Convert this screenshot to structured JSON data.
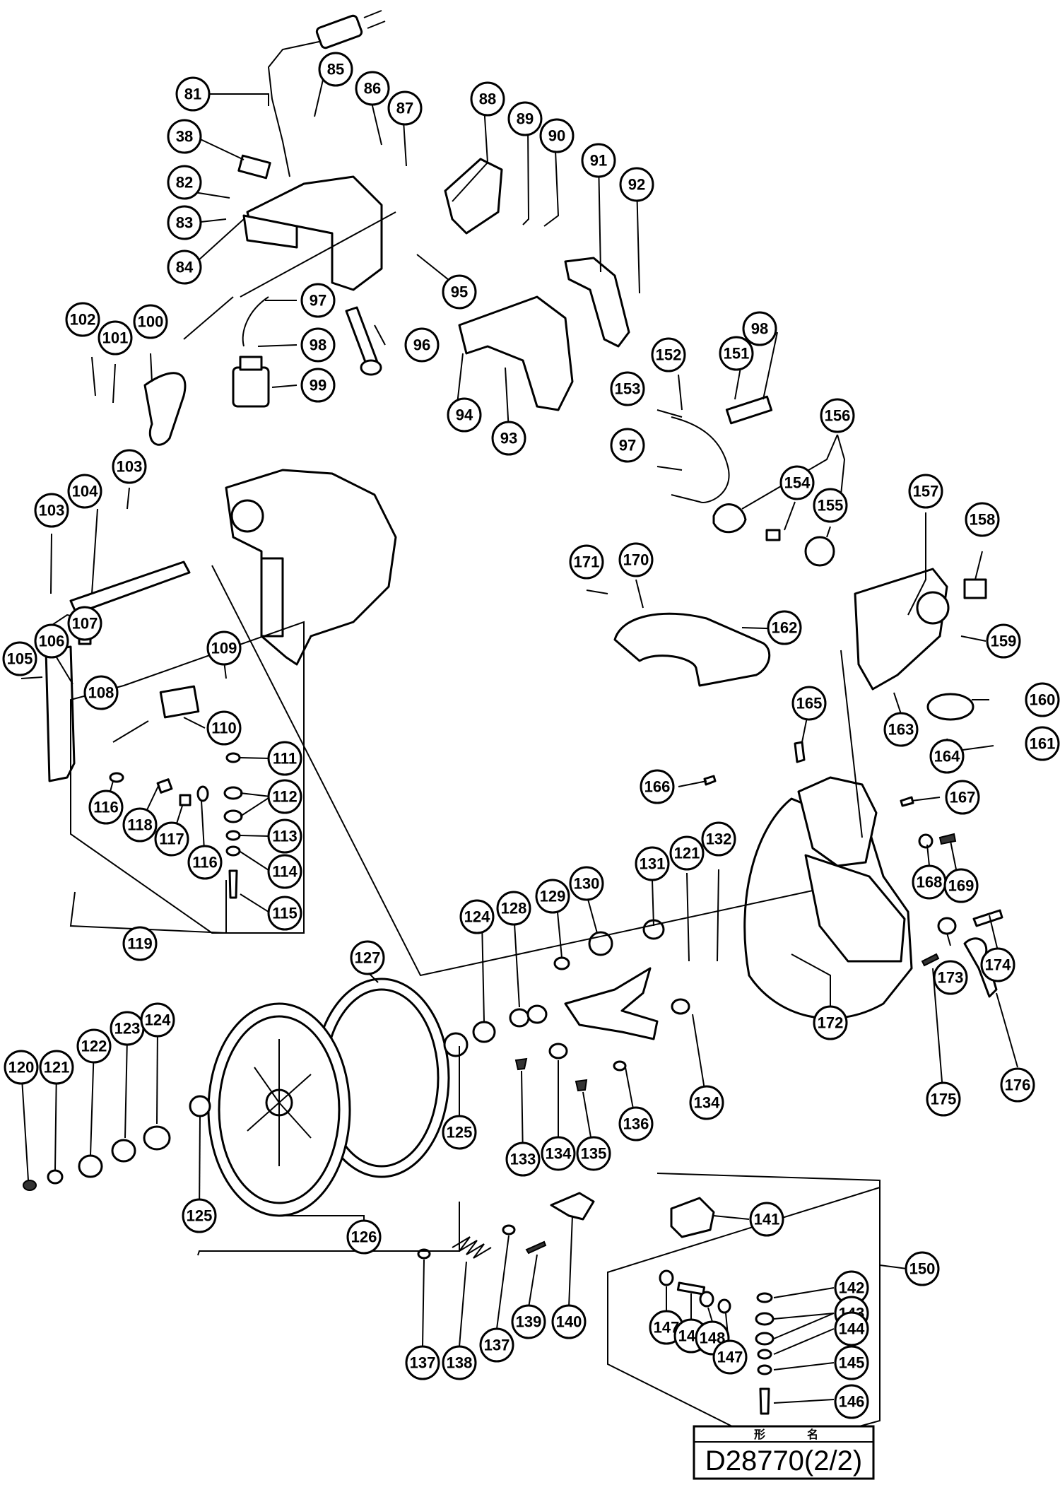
{
  "drawing": {
    "title_caption_left": "形",
    "title_caption_right": "名",
    "code": "D28770(2/2)"
  },
  "callouts": [
    {
      "id": "c81",
      "label": "81"
    },
    {
      "id": "c85",
      "label": "85"
    },
    {
      "id": "c86",
      "label": "86"
    },
    {
      "id": "c87",
      "label": "87"
    },
    {
      "id": "c88",
      "label": "88"
    },
    {
      "id": "c89",
      "label": "89"
    },
    {
      "id": "c90",
      "label": "90"
    },
    {
      "id": "c91",
      "label": "91"
    },
    {
      "id": "c92",
      "label": "92"
    },
    {
      "id": "c38",
      "label": "38"
    },
    {
      "id": "c82",
      "label": "82"
    },
    {
      "id": "c83",
      "label": "83"
    },
    {
      "id": "c84",
      "label": "84"
    },
    {
      "id": "c95",
      "label": "95"
    },
    {
      "id": "c97a",
      "label": "97"
    },
    {
      "id": "c98a",
      "label": "98"
    },
    {
      "id": "c99",
      "label": "99"
    },
    {
      "id": "c96",
      "label": "96"
    },
    {
      "id": "c94",
      "label": "94"
    },
    {
      "id": "c93",
      "label": "93"
    },
    {
      "id": "c102",
      "label": "102"
    },
    {
      "id": "c101",
      "label": "101"
    },
    {
      "id": "c100",
      "label": "100"
    },
    {
      "id": "c152",
      "label": "152"
    },
    {
      "id": "c151",
      "label": "151"
    },
    {
      "id": "c98b",
      "label": "98"
    },
    {
      "id": "c153",
      "label": "153"
    },
    {
      "id": "c97b",
      "label": "97"
    },
    {
      "id": "c156",
      "label": "156"
    },
    {
      "id": "c154",
      "label": "154"
    },
    {
      "id": "c155",
      "label": "155"
    },
    {
      "id": "c103a",
      "label": "103"
    },
    {
      "id": "c103b",
      "label": "103"
    },
    {
      "id": "c104",
      "label": "104"
    },
    {
      "id": "c157",
      "label": "157"
    },
    {
      "id": "c158",
      "label": "158"
    },
    {
      "id": "c171",
      "label": "171"
    },
    {
      "id": "c170",
      "label": "170"
    },
    {
      "id": "c159",
      "label": "159"
    },
    {
      "id": "c107",
      "label": "107"
    },
    {
      "id": "c109",
      "label": "109"
    },
    {
      "id": "c162",
      "label": "162"
    },
    {
      "id": "c105",
      "label": "105"
    },
    {
      "id": "c106",
      "label": "106"
    },
    {
      "id": "c108",
      "label": "108"
    },
    {
      "id": "c110",
      "label": "110"
    },
    {
      "id": "c160",
      "label": "160"
    },
    {
      "id": "c161",
      "label": "161"
    },
    {
      "id": "c163",
      "label": "163"
    },
    {
      "id": "c165",
      "label": "165"
    },
    {
      "id": "c164",
      "label": "164"
    },
    {
      "id": "c111",
      "label": "111"
    },
    {
      "id": "c112",
      "label": "112"
    },
    {
      "id": "c116a",
      "label": "116"
    },
    {
      "id": "c118",
      "label": "118"
    },
    {
      "id": "c117",
      "label": "117"
    },
    {
      "id": "c113",
      "label": "113"
    },
    {
      "id": "c116b",
      "label": "116"
    },
    {
      "id": "c114",
      "label": "114"
    },
    {
      "id": "c115",
      "label": "115"
    },
    {
      "id": "c166",
      "label": "166"
    },
    {
      "id": "c167",
      "label": "167"
    },
    {
      "id": "c131",
      "label": "131"
    },
    {
      "id": "c121a",
      "label": "121"
    },
    {
      "id": "c132",
      "label": "132"
    },
    {
      "id": "c168",
      "label": "168"
    },
    {
      "id": "c169",
      "label": "169"
    },
    {
      "id": "c119",
      "label": "119"
    },
    {
      "id": "c129",
      "label": "129"
    },
    {
      "id": "c130",
      "label": "130"
    },
    {
      "id": "c124a",
      "label": "124"
    },
    {
      "id": "c128",
      "label": "128"
    },
    {
      "id": "c127",
      "label": "127"
    },
    {
      "id": "c174",
      "label": "174"
    },
    {
      "id": "c173",
      "label": "173"
    },
    {
      "id": "c123",
      "label": "123"
    },
    {
      "id": "c124b",
      "label": "124"
    },
    {
      "id": "c122",
      "label": "122"
    },
    {
      "id": "c120",
      "label": "120"
    },
    {
      "id": "c121b",
      "label": "121"
    },
    {
      "id": "c172",
      "label": "172"
    },
    {
      "id": "c176",
      "label": "176"
    },
    {
      "id": "c134a",
      "label": "134"
    },
    {
      "id": "c175",
      "label": "175"
    },
    {
      "id": "c136",
      "label": "136"
    },
    {
      "id": "c125a",
      "label": "125"
    },
    {
      "id": "c133",
      "label": "133"
    },
    {
      "id": "c134b",
      "label": "134"
    },
    {
      "id": "c135",
      "label": "135"
    },
    {
      "id": "c125b",
      "label": "125"
    },
    {
      "id": "c126",
      "label": "126"
    },
    {
      "id": "c141",
      "label": "141"
    },
    {
      "id": "c150",
      "label": "150"
    },
    {
      "id": "c142",
      "label": "142"
    },
    {
      "id": "c143",
      "label": "143"
    },
    {
      "id": "c139",
      "label": "139"
    },
    {
      "id": "c140",
      "label": "140"
    },
    {
      "id": "c147a",
      "label": "147"
    },
    {
      "id": "c149",
      "label": "149"
    },
    {
      "id": "c148",
      "label": "148"
    },
    {
      "id": "c144",
      "label": "144"
    },
    {
      "id": "c137a",
      "label": "137"
    },
    {
      "id": "c138",
      "label": "138"
    },
    {
      "id": "c137b",
      "label": "137"
    },
    {
      "id": "c147b",
      "label": "147"
    },
    {
      "id": "c145",
      "label": "145"
    },
    {
      "id": "c146",
      "label": "146"
    }
  ]
}
